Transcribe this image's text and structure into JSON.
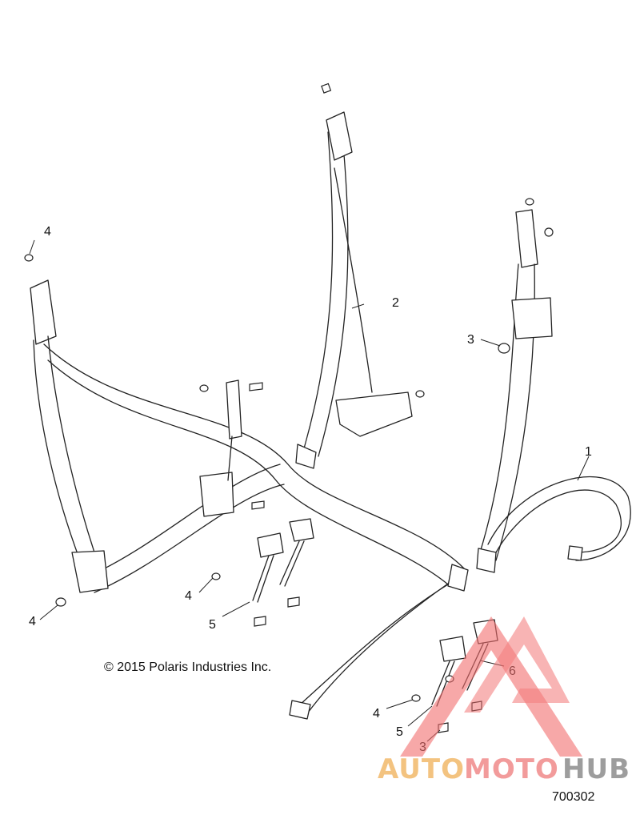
{
  "diagram": {
    "copyright": "© 2015 Polaris Industries Inc.",
    "part_number": "700302",
    "callouts": {
      "c1": "1",
      "c2": "2",
      "c3a": "3",
      "c3b": "3",
      "c4a": "4",
      "c4b": "4",
      "c4c": "4",
      "c4d": "4",
      "c5a": "5",
      "c5b": "5",
      "c6": "6"
    }
  },
  "watermark": {
    "auto": "AUTO",
    "moto": "MOTO",
    "hub": "HUB",
    "colors": {
      "auto": "#f2b96b",
      "moto": "#f08a8a",
      "hub": "#8c8c8c",
      "triangle": "#f26d6d"
    }
  }
}
